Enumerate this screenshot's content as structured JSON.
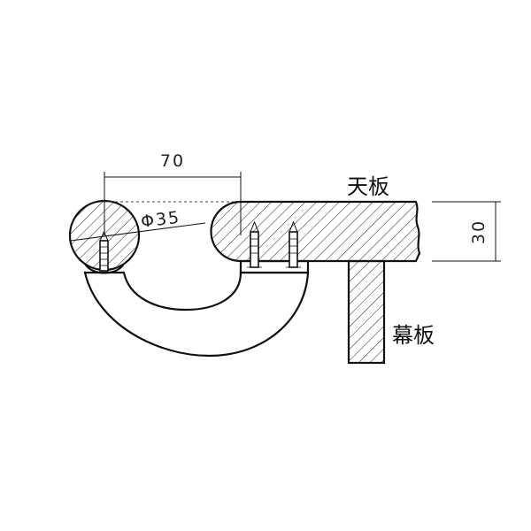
{
  "labels": {
    "top_board": "天板",
    "apron_board": "幕板"
  },
  "dimensions": {
    "width": "70",
    "diameter": "Φ35",
    "thickness": "30"
  }
}
